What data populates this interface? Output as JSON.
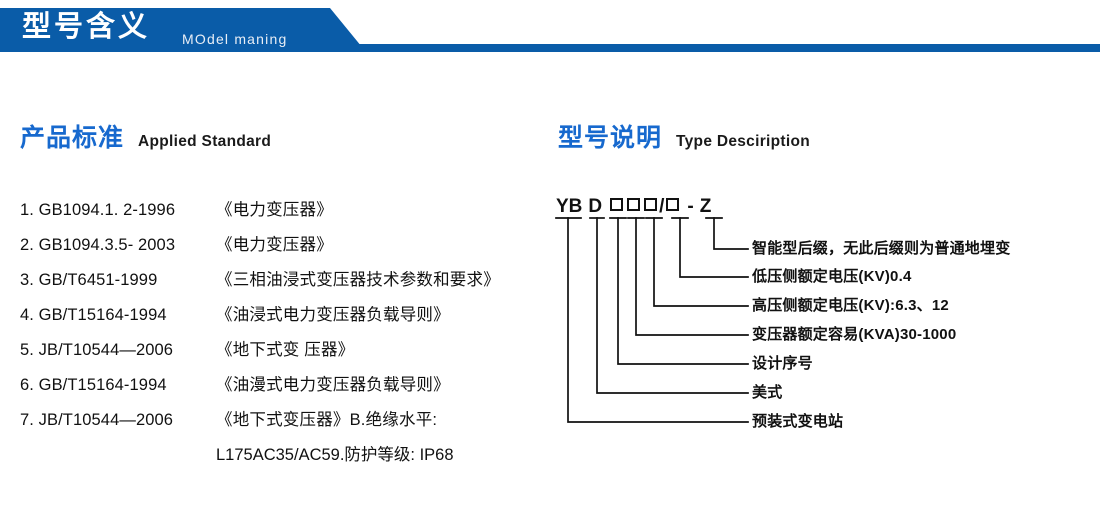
{
  "banner": {
    "title_zh": "型号含义",
    "title_en": "MOdel maning",
    "bg_color": "#0a5ca8"
  },
  "sections": {
    "left": {
      "heading_zh": "产品标准",
      "heading_en": "Applied Standard",
      "heading_color": "#1769ce",
      "items": [
        {
          "code": "1. GB1094.1. 2-1996",
          "name": "《电力变压器》"
        },
        {
          "code": "2. GB1094.3.5- 2003",
          "name": "《电力变压器》"
        },
        {
          "code": "3. GB/T6451-1999",
          "name": "《三相油浸式变压器技术参数和要求》"
        },
        {
          "code": "4. GB/T15164-1994",
          "name": "《油浸式电力变压器负载导则》"
        },
        {
          "code": "5. JB/T10544—2006",
          "name": "《地下式变 压器》"
        },
        {
          "code": "6. GB/T15164-1994",
          "name": "《油漫式电力变压器负载导则》"
        },
        {
          "code": "7. JB/T10544—2006",
          "name": "《地下式变压器》B.绝缘水平:"
        }
      ],
      "continuation": "L175AC35/AC59.防护等级: IP68"
    },
    "right": {
      "heading_zh": "型号说明",
      "heading_en": "Type Desciription",
      "heading_color": "#1769ce",
      "code_parts": [
        "YB",
        "D",
        "□",
        "□",
        "□",
        "/",
        "□",
        "-",
        "Z"
      ],
      "code_string": "YB D □□□/□ - Z",
      "labels": [
        "智能型后缀，无此后缀则为普通地埋变",
        "低压侧额定电压(KV)0.4",
        "高压侧额定电压(KV):6.3、12",
        "变压器额定容易(KVA)30-1000",
        "设计序号",
        "美式",
        "预装式变电站"
      ]
    }
  }
}
